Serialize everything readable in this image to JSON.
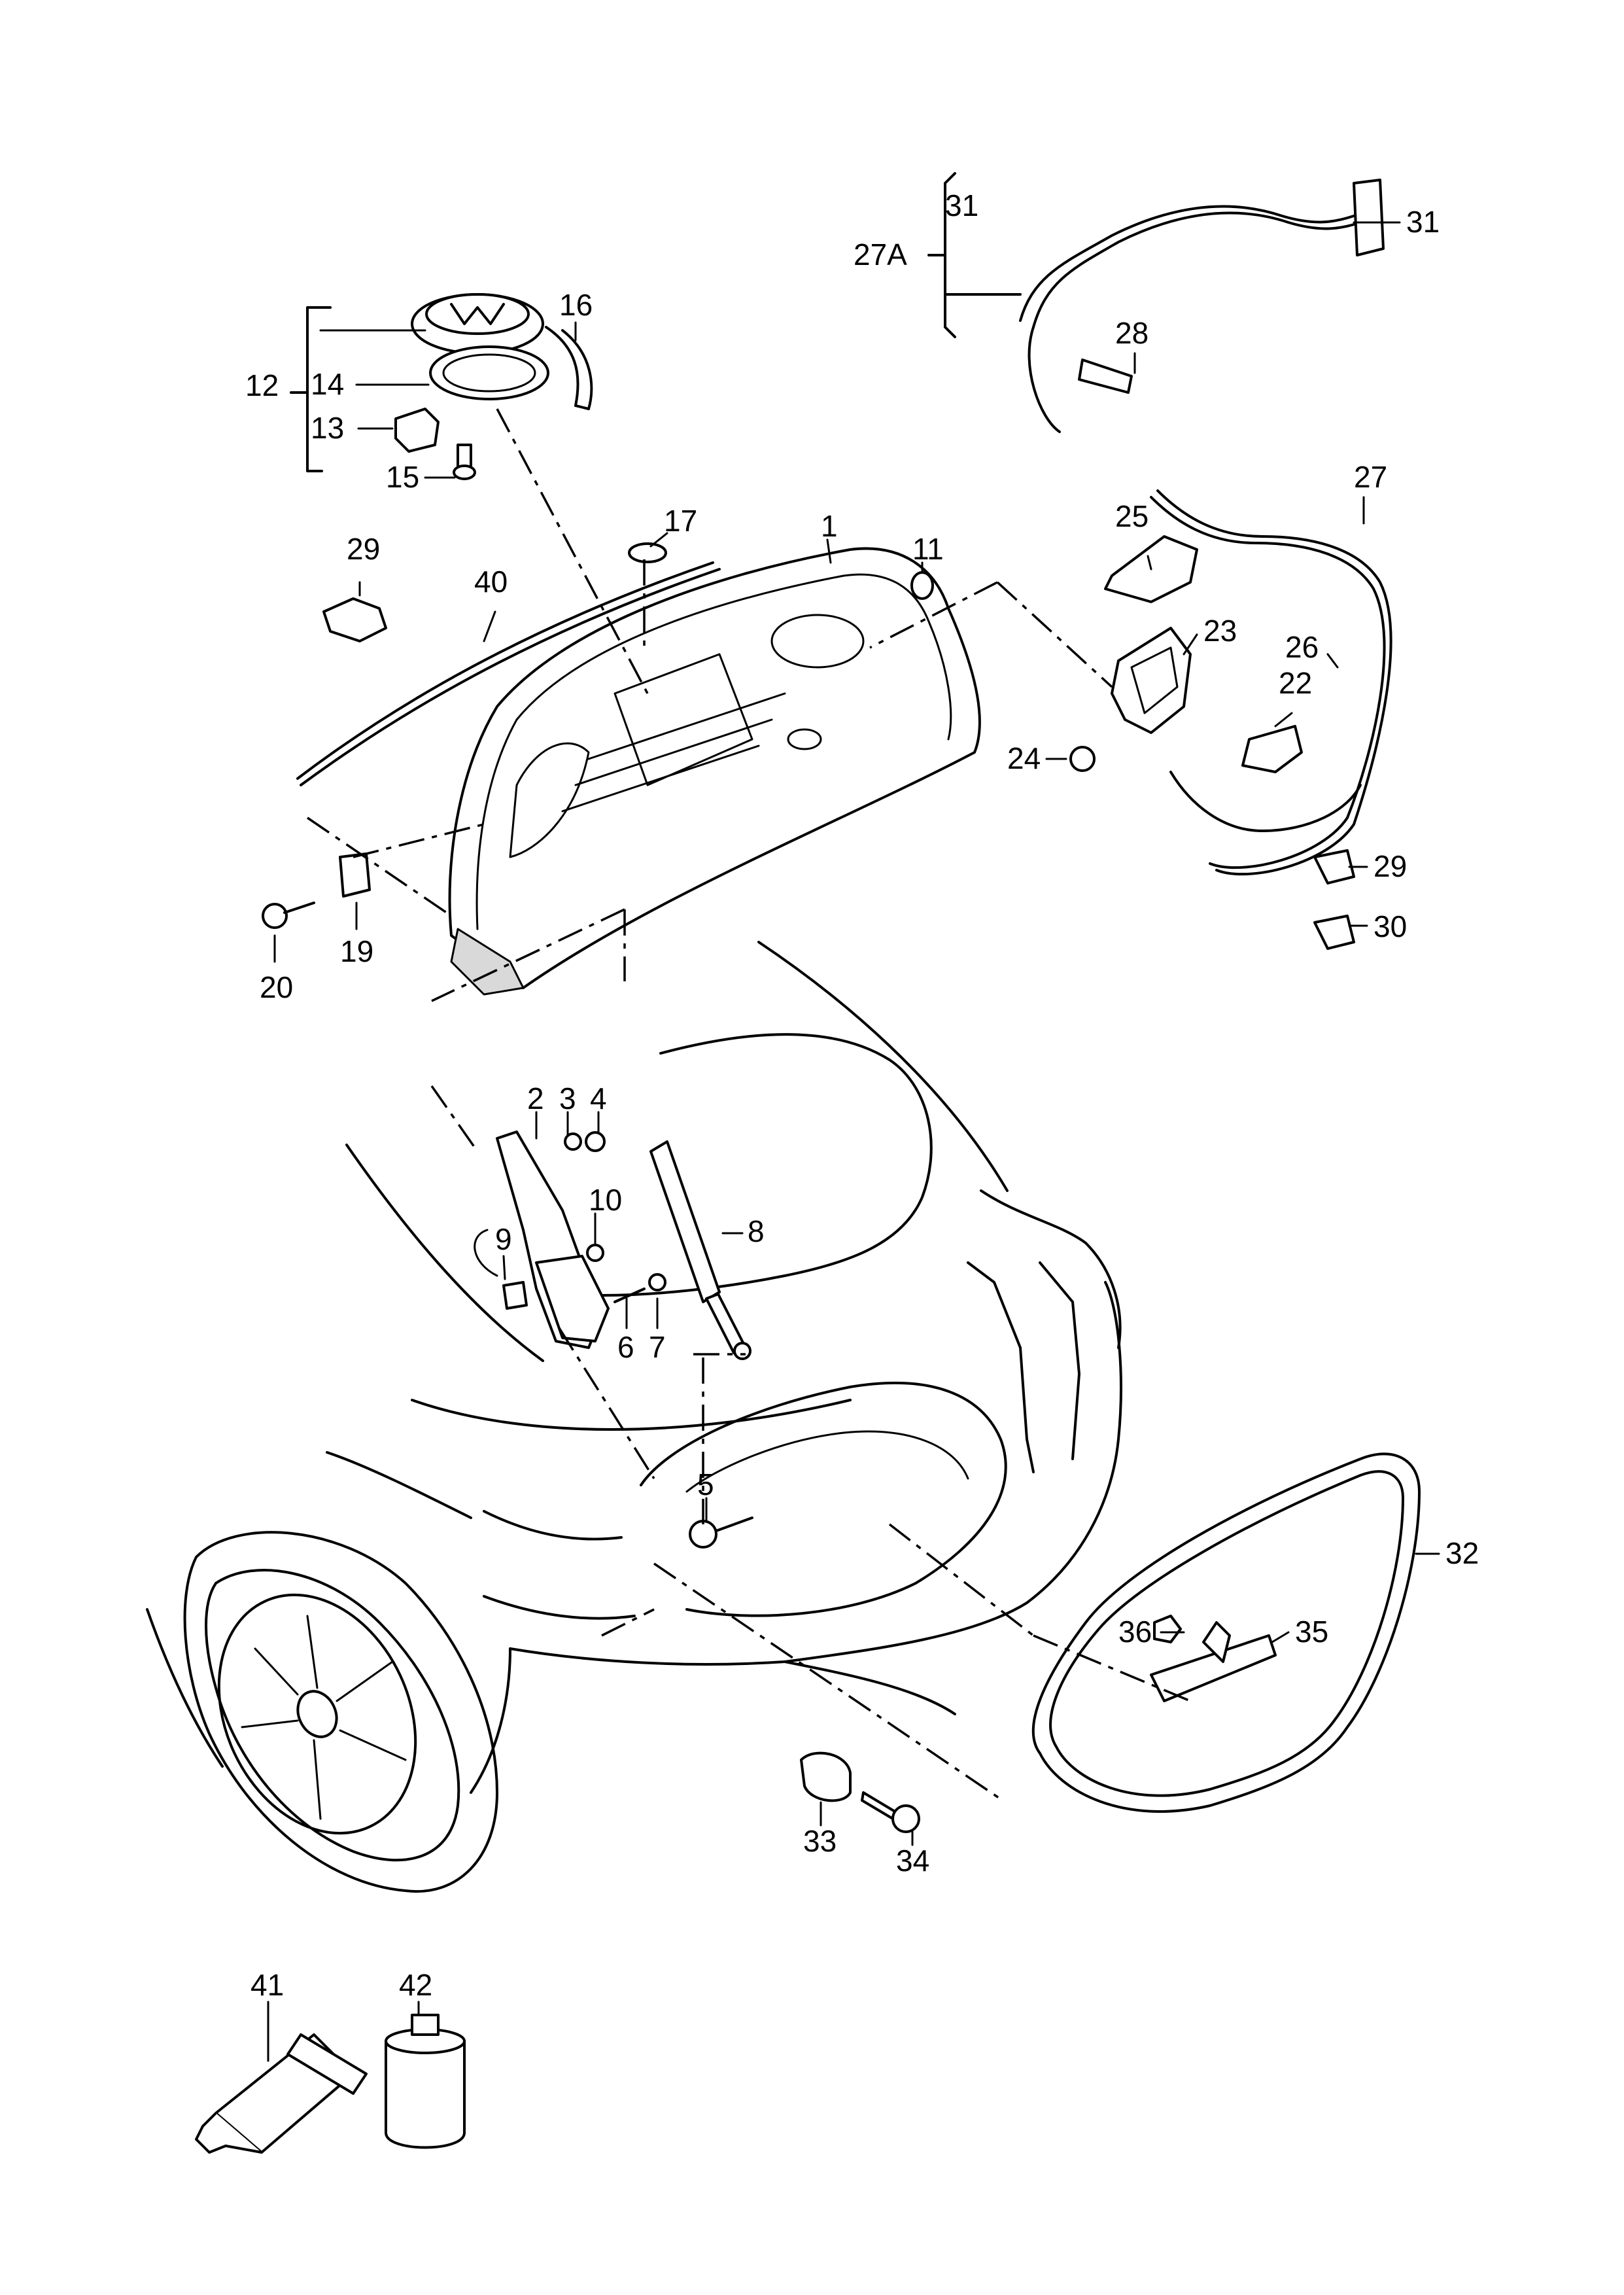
{
  "title": "",
  "callouts": [
    {
      "id": "c1",
      "text": "1"
    },
    {
      "id": "c2",
      "text": "2"
    },
    {
      "id": "c3",
      "text": "3"
    },
    {
      "id": "c4",
      "text": "4"
    },
    {
      "id": "c5",
      "text": "5"
    },
    {
      "id": "c6",
      "text": "6"
    },
    {
      "id": "c7",
      "text": "7"
    },
    {
      "id": "c8",
      "text": "8"
    },
    {
      "id": "c9",
      "text": "9"
    },
    {
      "id": "c10",
      "text": "10"
    },
    {
      "id": "c11",
      "text": "11"
    },
    {
      "id": "c12",
      "text": "12"
    },
    {
      "id": "c13",
      "text": "13"
    },
    {
      "id": "c14",
      "text": "14"
    },
    {
      "id": "c15",
      "text": "15"
    },
    {
      "id": "c16",
      "text": "16"
    },
    {
      "id": "c17",
      "text": "17"
    },
    {
      "id": "c19",
      "text": "19"
    },
    {
      "id": "c20",
      "text": "20"
    },
    {
      "id": "c22",
      "text": "22"
    },
    {
      "id": "c23",
      "text": "23"
    },
    {
      "id": "c24",
      "text": "24"
    },
    {
      "id": "c25",
      "text": "25"
    },
    {
      "id": "c26",
      "text": "26"
    },
    {
      "id": "c27",
      "text": "27"
    },
    {
      "id": "c27A",
      "text": "27A"
    },
    {
      "id": "c28",
      "text": "28"
    },
    {
      "id": "c29a",
      "text": "29"
    },
    {
      "id": "c29b",
      "text": "29"
    },
    {
      "id": "c30",
      "text": "30"
    },
    {
      "id": "c31a",
      "text": "31"
    },
    {
      "id": "c31b",
      "text": "31"
    },
    {
      "id": "c32",
      "text": "32"
    },
    {
      "id": "c33",
      "text": "33"
    },
    {
      "id": "c34",
      "text": "34"
    },
    {
      "id": "c35",
      "text": "35"
    },
    {
      "id": "c36",
      "text": "36"
    },
    {
      "id": "c40",
      "text": "40"
    },
    {
      "id": "c41",
      "text": "41"
    },
    {
      "id": "c42",
      "text": "42"
    }
  ]
}
